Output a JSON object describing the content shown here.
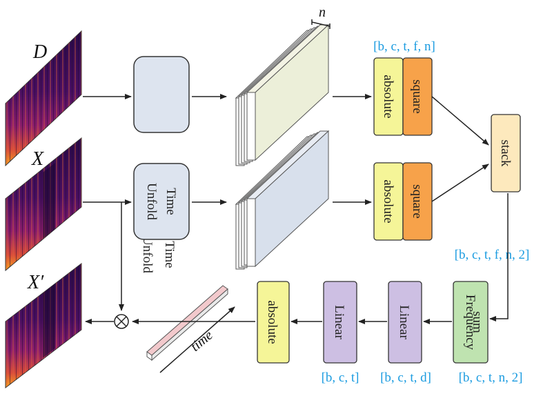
{
  "inputs": {
    "d_label": "D",
    "x_label": "X",
    "xprime_label": "X′"
  },
  "time_unfold": {
    "line1": "Time",
    "line2": "Unfold"
  },
  "n_label": "n",
  "ops": {
    "absolute": "absolute",
    "square": "square",
    "stack": "stack",
    "frequency_line1": "Frequency",
    "frequency_line2": "sum",
    "linear": "Linear",
    "multiply": "⊗"
  },
  "time_label": "time",
  "dims": {
    "top": "[b, c, t, f, n]",
    "stack_out": "[b, c, t, f, n, 2]",
    "freq_out": "[b, c, t, n, 2]",
    "linear2_out": "[b, c, t, d]",
    "linear1_out": "[b, c, t]"
  },
  "colors": {
    "unfold_fill": "#dde4ef",
    "absolute_fill": "#f5f598",
    "square_fill": "#f7a24a",
    "stack_fill": "#fde9bd",
    "freq_fill": "#bfe3b0",
    "linear_fill": "#cdbfe3",
    "dim_text": "#1a9be0"
  }
}
